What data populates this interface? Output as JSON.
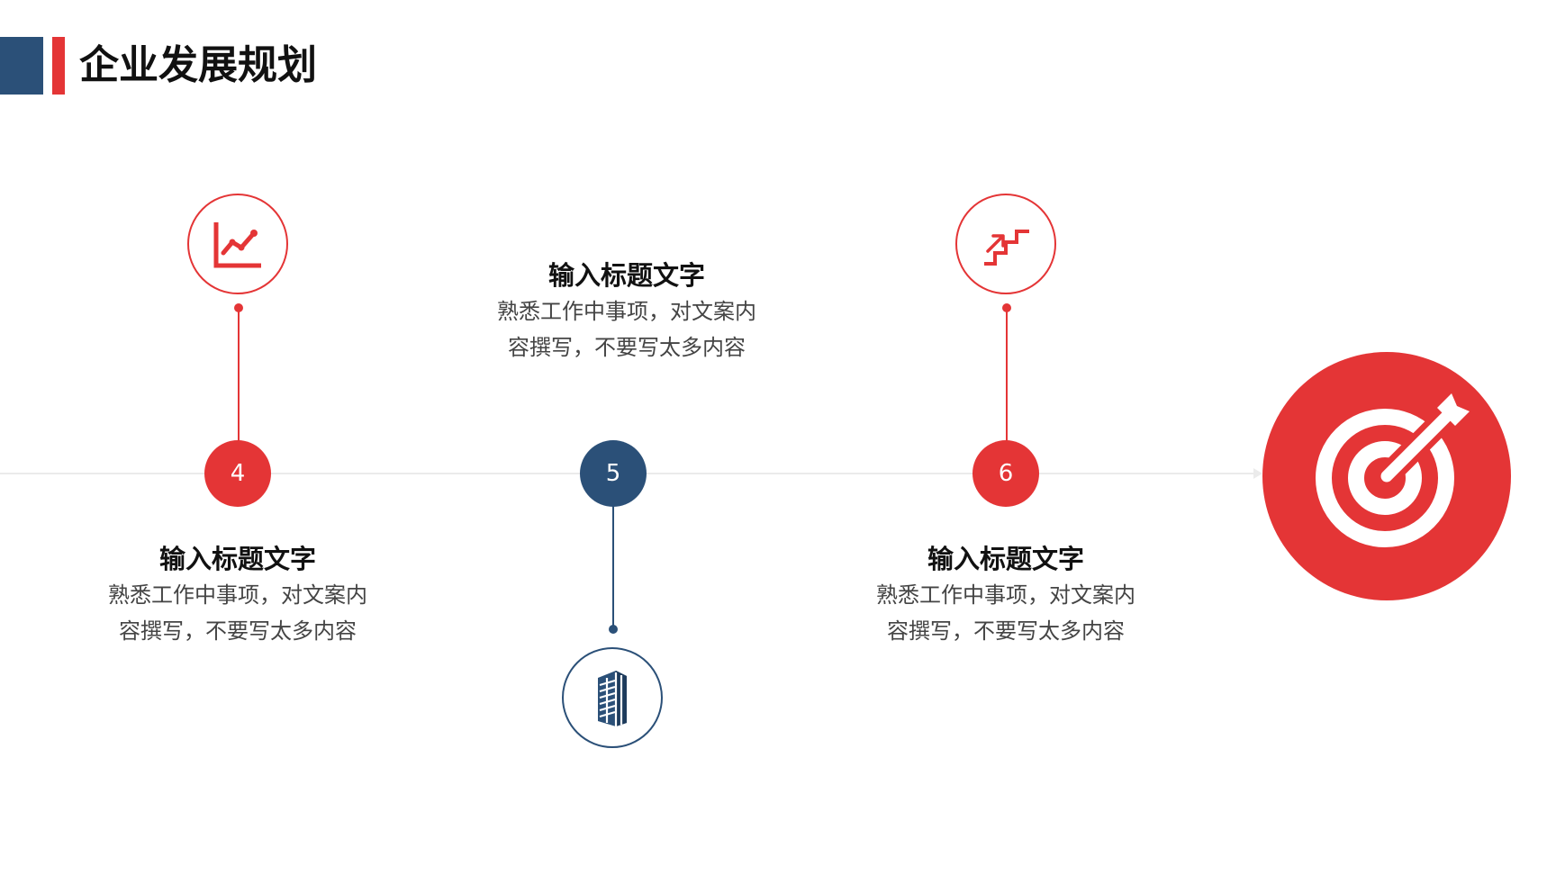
{
  "header": {
    "title": "企业发展规划"
  },
  "colors": {
    "accent_red": "#e43536",
    "accent_blue": "#2b5078",
    "timeline_gray": "#ebebeb"
  },
  "steps": [
    {
      "number": "4",
      "title": "输入标题文字",
      "desc_line1": "熟悉工作中事项，对文案内",
      "desc_line2": "容撰写，不要写太多内容",
      "icon": "line-chart-icon"
    },
    {
      "number": "5",
      "title": "输入标题文字",
      "desc_line1": "熟悉工作中事项，对文案内",
      "desc_line2": "容撰写，不要写太多内容",
      "icon": "building-icon"
    },
    {
      "number": "6",
      "title": "输入标题文字",
      "desc_line1": "熟悉工作中事项，对文案内",
      "desc_line2": "容撰写，不要写太多内容",
      "icon": "stairs-growth-icon"
    }
  ],
  "end_icon": "target-arrow-icon"
}
